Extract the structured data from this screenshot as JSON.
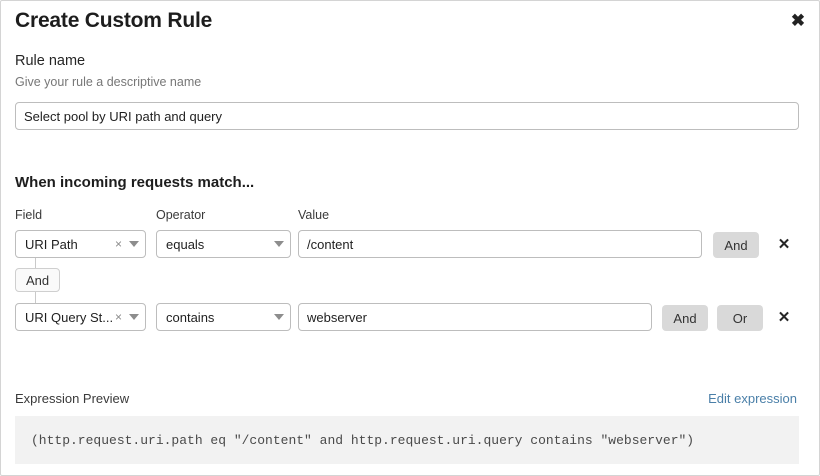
{
  "dialog": {
    "title": "Create Custom Rule",
    "close_icon": "close-icon"
  },
  "rule_name": {
    "label": "Rule name",
    "hint": "Give your rule a descriptive name",
    "value": "Select pool by URI path and query",
    "placeholder": "Give your rule a descriptive name"
  },
  "match_section": {
    "heading": "When incoming requests match...",
    "columns": {
      "field": "Field",
      "operator": "Operator",
      "value": "Value"
    },
    "connector": "And",
    "rows": [
      {
        "field": "URI Path",
        "field_clear_icon": "×",
        "field_caret_icon": "chevron-down-icon",
        "operator": "equals",
        "operator_caret_icon": "chevron-down-icon",
        "value": "/content",
        "buttons": [
          "And"
        ],
        "delete_icon": "✕"
      },
      {
        "field": "URI Query St...",
        "field_clear_icon": "×",
        "field_caret_icon": "chevron-down-icon",
        "operator": "contains",
        "operator_caret_icon": "chevron-down-icon",
        "value": "webserver",
        "buttons": [
          "And",
          "Or"
        ],
        "delete_icon": "✕"
      }
    ]
  },
  "expression": {
    "label": "Expression Preview",
    "edit_link": "Edit expression",
    "code": "(http.request.uri.path eq \"/content\" and http.request.uri.query contains \"webserver\")"
  },
  "colors": {
    "link": "#4a7fa8",
    "pill_bg": "#d9d9d9",
    "code_bg": "#f2f2f2",
    "border": "#bdbdbd"
  }
}
